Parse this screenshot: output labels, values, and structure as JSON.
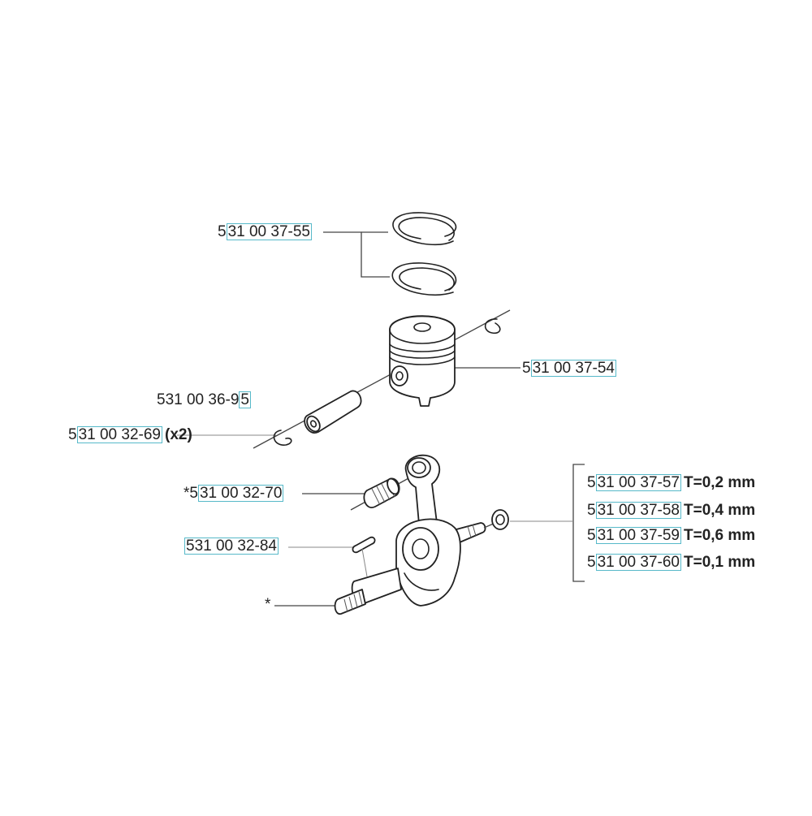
{
  "diagram": {
    "parts": [
      {
        "id": "rings",
        "prefix": "5",
        "boxed": "31 00 37-55",
        "suffix": ""
      },
      {
        "id": "piston",
        "prefix": "5",
        "boxed": "31 00 37-54",
        "suffix": ""
      },
      {
        "id": "pin",
        "prefix": "531 00 36-9",
        "boxed": "5",
        "suffix": ""
      },
      {
        "id": "circlip",
        "prefix": "5",
        "boxed": "31 00 32-69",
        "suffix": "(x2)"
      },
      {
        "id": "needle-bearing",
        "prefix": "*5",
        "boxed": "31 00 32-70",
        "suffix": ""
      },
      {
        "id": "key",
        "prefix": "",
        "boxed": "531 00 32-84",
        "suffix": ""
      },
      {
        "id": "crank-asterisk",
        "prefix": "*",
        "boxed": "",
        "suffix": ""
      },
      {
        "id": "washer-1",
        "prefix": "5",
        "boxed": "31 00 37-57",
        "suffix": "T=0,2 mm"
      },
      {
        "id": "washer-2",
        "prefix": "5",
        "boxed": "31 00 37-58",
        "suffix": "T=0,4 mm"
      },
      {
        "id": "washer-3",
        "prefix": "5",
        "boxed": "31 00 37-59",
        "suffix": "T=0,6 mm"
      },
      {
        "id": "washer-4",
        "prefix": "5",
        "boxed": "31 00 37-60",
        "suffix": "T=0,1 mm"
      }
    ]
  }
}
